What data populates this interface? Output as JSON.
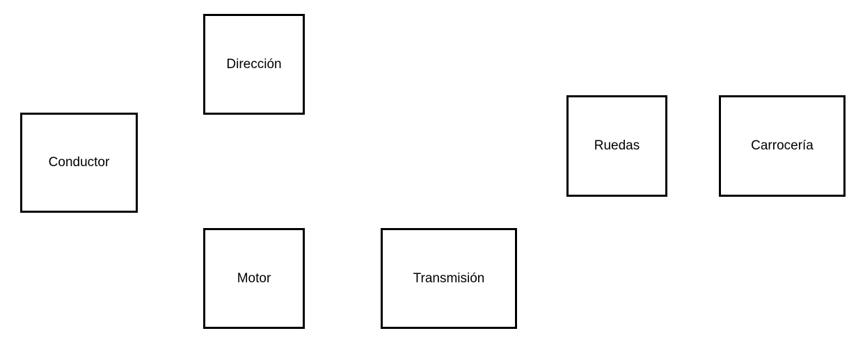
{
  "diagram": {
    "background_color": "#ffffff",
    "node_border_color": "#000000",
    "node_fill_color": "#ffffff",
    "node_text_color": "#000000",
    "nodes": [
      {
        "id": "direccion",
        "label": "Dirección"
      },
      {
        "id": "conductor",
        "label": "Conductor"
      },
      {
        "id": "motor",
        "label": "Motor"
      },
      {
        "id": "transmision",
        "label": "Transmisión"
      },
      {
        "id": "ruedas",
        "label": "Ruedas"
      },
      {
        "id": "carroceria",
        "label": "Carrocería"
      }
    ],
    "connectors": []
  }
}
